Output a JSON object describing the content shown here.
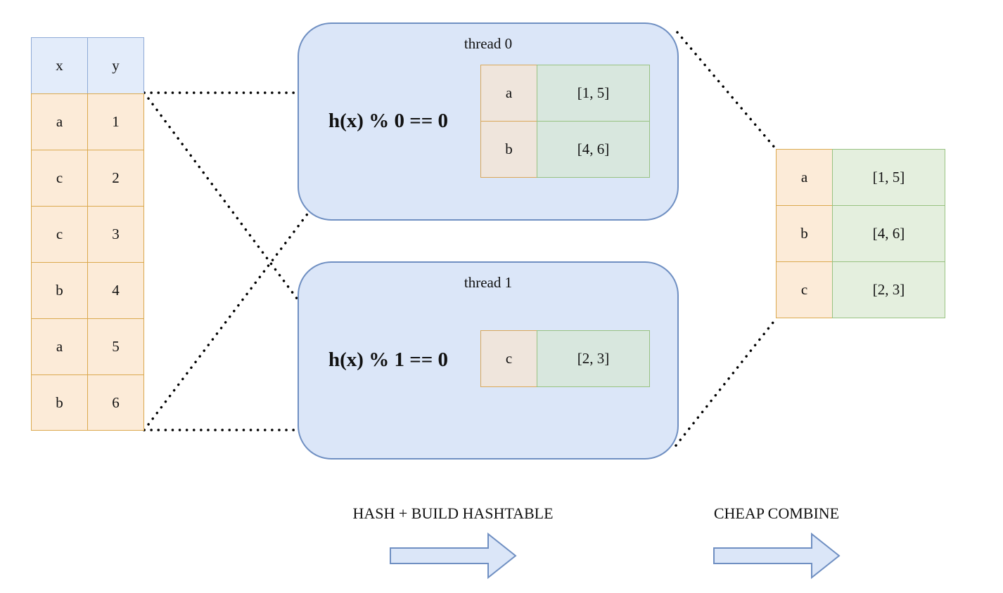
{
  "input_table": {
    "headers": [
      "x",
      "y"
    ],
    "rows": [
      [
        "a",
        "1"
      ],
      [
        "c",
        "2"
      ],
      [
        "c",
        "3"
      ],
      [
        "b",
        "4"
      ],
      [
        "a",
        "5"
      ],
      [
        "b",
        "6"
      ]
    ]
  },
  "threads": [
    {
      "title": "thread 0",
      "condition": "h(x) % 0 == 0",
      "entries": [
        {
          "key": "a",
          "value": "[1, 5]"
        },
        {
          "key": "b",
          "value": "[4, 6]"
        }
      ]
    },
    {
      "title": "thread 1",
      "condition": "h(x) % 1 == 0",
      "entries": [
        {
          "key": "c",
          "value": "[2, 3]"
        }
      ]
    }
  ],
  "output_table": {
    "entries": [
      {
        "key": "a",
        "value": "[1, 5]"
      },
      {
        "key": "b",
        "value": "[4, 6]"
      },
      {
        "key": "c",
        "value": "[2, 3]"
      }
    ]
  },
  "steps": [
    {
      "label": "HASH + BUILD HASHTABLE"
    },
    {
      "label": "CHEAP COMBINE"
    }
  ],
  "colors": {
    "header_fill": "#e3ecfa",
    "key_fill": "#fcebd8",
    "value_fill": "#e4efde",
    "thread_fill": "#dbe6f8",
    "thread_stroke": "#6f8fc2"
  }
}
